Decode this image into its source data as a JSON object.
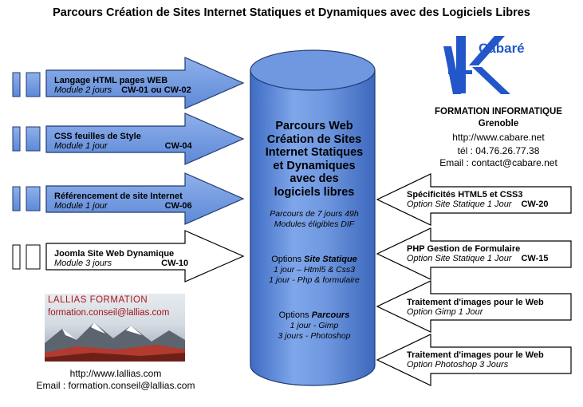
{
  "title": "Parcours Création de Sites Internet Statiques et Dynamiques avec des Logiciels Libres",
  "left_modules": [
    {
      "title": "Langage HTML pages WEB",
      "sub": "Module 2 jours",
      "code": "CW-01 ou CW-02"
    },
    {
      "title": "CSS feuilles de Style",
      "sub": "Module 1 jour",
      "code": "CW-04"
    },
    {
      "title": "Référencement de site Internet",
      "sub": "Module 1 jour",
      "code": "CW-06"
    },
    {
      "title": "Joomla Site Web Dynamique",
      "sub": "Module 3 jours",
      "code": "CW-10"
    }
  ],
  "cylinder": {
    "title_lines": [
      "Parcours Web",
      "Création de Sites",
      "Internet Statiques",
      "et Dynamiques",
      "avec des",
      "logiciels libres"
    ],
    "duration": "Parcours de 7 jours 49h",
    "dif": "Modules éligibles DIF",
    "options_static_label": "Options ",
    "options_static_em": "Site Statique",
    "options_static_lines": [
      "1 jour – Html5 & Css3",
      "1 jour  - Php & formulaire"
    ],
    "options_parcours_label": "Options ",
    "options_parcours_em": "Parcours",
    "options_parcours_lines": [
      "1 jour - Gimp",
      "3 jours  - Photoshop"
    ]
  },
  "right_options": [
    {
      "title": "Spécificités HTML5 et CSS3",
      "sub": "Option Site Statique 1 Jour",
      "code": "CW-20"
    },
    {
      "title": "PHP Gestion de Formulaire",
      "sub": "Option Site Statique 1 Jour",
      "code": "CW-15"
    },
    {
      "title": "Traitement d'images pour le Web",
      "sub": "Option Gimp 1 Jour",
      "code": ""
    },
    {
      "title": "Traitement d'images pour le Web",
      "sub": "Option Photoshop 3 Jours",
      "code": ""
    }
  ],
  "cabare": {
    "logo_text": "Cabaré",
    "company": "FORMATION INFORMATIQUE",
    "city": "Grenoble",
    "url": "http://www.cabare.net",
    "phone": "tél : 04.76.26.77.38",
    "email": "Email : contact@cabare.net"
  },
  "lallias": {
    "logo_title": "LALLIAS FORMATION",
    "logo_email": "formation.conseil@lallias.com",
    "url": "http://www.lallias.com",
    "email": "Email :  formation.conseil@lallias.com"
  },
  "colors": {
    "blue_fill": "#5b88d6",
    "blue_light": "#7ea4e4",
    "outline": "#1f3a70",
    "cabare_blue": "#2357c9",
    "lallias_red": "#b0151d"
  }
}
